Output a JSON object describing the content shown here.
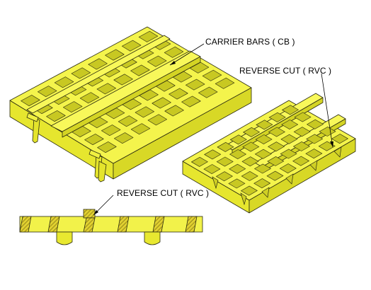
{
  "labels": {
    "carrier_bars": "CARRIER BARS ( CB )",
    "reverse_cut_right": "REVERSE CUT ( RVC )",
    "reverse_cut_bottom": "REVERSE CUT ( RVC )"
  },
  "colors": {
    "yellow_top": "#f2f24a",
    "yellow_side": "#e8e830",
    "yellow_dark": "#c9c922",
    "outline": "#2a2a10",
    "hatch": "#9a8a20",
    "background": "#ffffff"
  }
}
